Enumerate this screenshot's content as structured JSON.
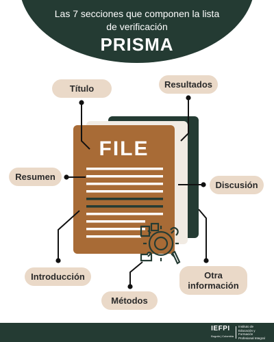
{
  "header": {
    "subtitle_line1": "Las 7 secciones que componen la lista",
    "subtitle_line2": "de verificación",
    "title": "PRISMA"
  },
  "document": {
    "label": "FILE"
  },
  "sections": {
    "titulo": "Título",
    "resultados": "Resultados",
    "resumen": "Resumen",
    "discusion": "Discusión",
    "introduccion": "Introducción",
    "otra_line1": "Otra",
    "otra_line2": "información",
    "metodos": "Métodos"
  },
  "footer": {
    "brand": "IEFPI",
    "brand_sub": "Bogotá | Colombia",
    "institute_line1": "Instituto de",
    "institute_line2": "Educación y Formación",
    "institute_line3": "Profesional Integral"
  },
  "colors": {
    "dark_green": "#243b33",
    "brown": "#a86b36",
    "beige": "#ead9c8"
  }
}
